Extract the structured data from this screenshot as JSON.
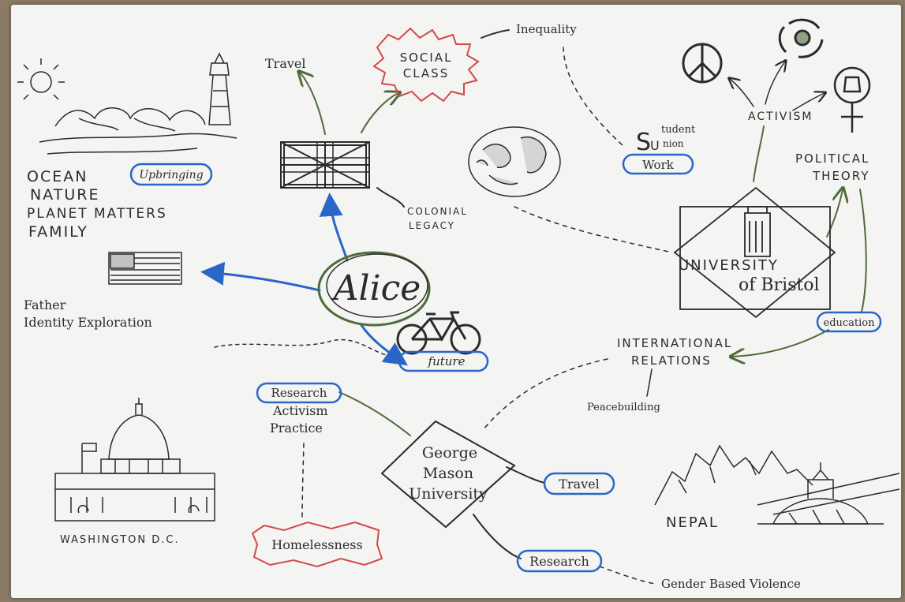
{
  "center": {
    "name": "Alice"
  },
  "left_cluster": {
    "tag": "Upbringing",
    "lines": [
      "OCEAN",
      "NATURE",
      "PLANET MATTERS",
      "FAMILY"
    ]
  },
  "uk": {
    "travel": "Travel",
    "social_class": [
      "SOCIAL",
      "CLASS"
    ],
    "inequality": "Inequality",
    "colonial_legacy": [
      "COLONIAL",
      "LEGACY"
    ]
  },
  "usa": {
    "lines": [
      "Father",
      "Identity Exploration"
    ]
  },
  "student_union": {
    "s": "S",
    "tudent": "tudent",
    "u": "U",
    "nion": "nion",
    "work": "Work"
  },
  "activism": {
    "label": "ACTIVISM"
  },
  "political_theory": {
    "lines": [
      "POLITICAL",
      "THEORY"
    ]
  },
  "bristol": {
    "line1": "UNIVERSITY",
    "line2": "of Bristol",
    "education": "education"
  },
  "future": {
    "label": "future"
  },
  "ir": {
    "lines": [
      "INTERNATIONAL",
      "RELATIONS"
    ],
    "peacebuilding": "Peacebuilding"
  },
  "gmu": {
    "lines": [
      "George",
      "Mason",
      "University"
    ],
    "research_tag": "Research",
    "research_rest": [
      "Activism",
      "Practice"
    ],
    "homelessness": "Homelessness",
    "travel": "Travel",
    "research2": "Research",
    "gbv": "Gender Based Violence"
  },
  "washington": {
    "label": "WASHINGTON D.C."
  },
  "nepal": {
    "label": "NEPAL"
  },
  "colors": {
    "blue": "#2a66c8",
    "green": "#4f6b3a",
    "red": "#d24a4a",
    "ink": "#2b2b2b",
    "paper": "#f4f4f2"
  }
}
